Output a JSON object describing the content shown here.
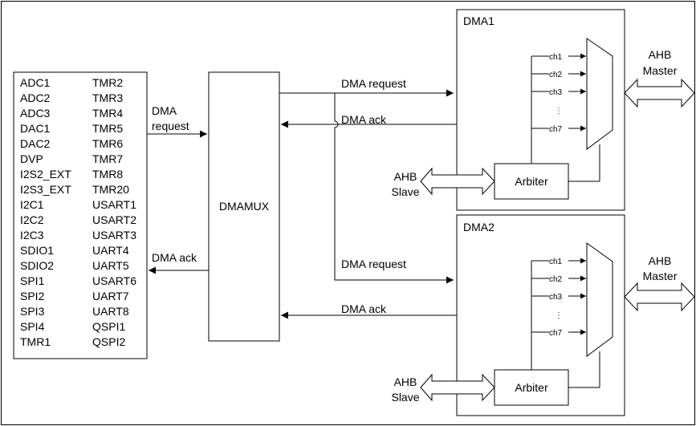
{
  "peripherals": {
    "left_column": [
      "ADC1",
      "ADC2",
      "ADC3",
      "DAC1",
      "DAC2",
      "DVP",
      "I2S2_EXT",
      "I2S3_EXT",
      "I2C1",
      "I2C2",
      "I2C3",
      "SDIO1",
      "SDIO2",
      "SPI1",
      "SPI2",
      "SPI3",
      "SPI4",
      "TMR1"
    ],
    "right_column": [
      "TMR2",
      "TMR3",
      "TMR4",
      "TMR5",
      "TMR6",
      "TMR7",
      "TMR8",
      "TMR20",
      "USART1",
      "USART2",
      "USART3",
      "UART4",
      "UART5",
      "USART6",
      "UART7",
      "UART8",
      "QSPI1",
      "QSPI2"
    ]
  },
  "dmamux": {
    "label": "DMAMUX"
  },
  "signals": {
    "left_request_line1": "DMA",
    "left_request_line2": "request",
    "left_ack": "DMA ack",
    "dma1_request": "DMA request",
    "dma1_ack": "DMA ack",
    "dma2_request": "DMA request",
    "dma2_ack": "DMA ack"
  },
  "dma1": {
    "title": "DMA1",
    "channels": [
      "ch1",
      "ch2",
      "ch3",
      "ch7"
    ],
    "ellipsis": "⋮",
    "arbiter": "Arbiter",
    "ahb_slave_line1": "AHB",
    "ahb_slave_line2": "Slave",
    "ahb_master_line1": "AHB",
    "ahb_master_line2": "Master"
  },
  "dma2": {
    "title": "DMA2",
    "channels": [
      "ch1",
      "ch2",
      "ch3",
      "ch7"
    ],
    "ellipsis": "⋮",
    "arbiter": "Arbiter",
    "ahb_slave_line1": "AHB",
    "ahb_slave_line2": "Slave",
    "ahb_master_line1": "AHB",
    "ahb_master_line2": "Master"
  }
}
